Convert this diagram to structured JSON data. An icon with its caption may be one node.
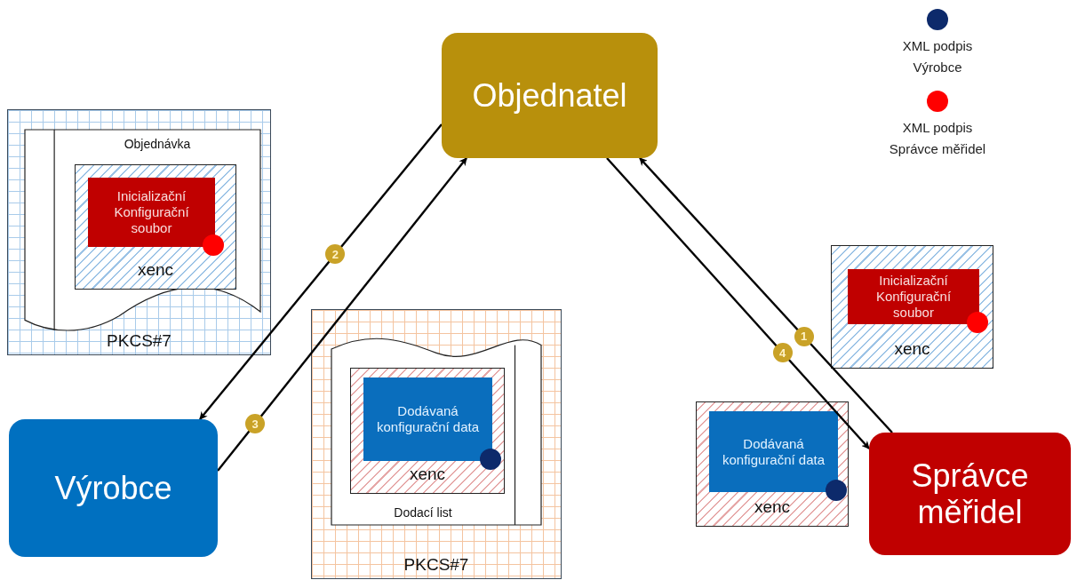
{
  "diagram": {
    "nodes": [
      {
        "text": [
          "Objednatel"
        ]
      },
      {
        "text": [
          "PKCS#7"
        ]
      },
      {
        "text": [
          "Objednávka"
        ],
        "in": 1
      },
      {
        "text": [
          "xenc"
        ],
        "in": 2
      },
      {
        "text": [
          "Inicializační Konfigurační soubor"
        ],
        "in": 3
      },
      {
        "text": [
          "Výrobce"
        ]
      },
      {
        "text": [
          "PKCS#7"
        ]
      },
      {
        "text": [
          "Dodací list"
        ],
        "in": 6
      },
      {
        "text": [
          "xenc"
        ],
        "in": 7
      },
      {
        "text": [
          "Dodávaná konfigurační data"
        ],
        "in": 8
      },
      {
        "text": [
          "xenc"
        ]
      },
      {
        "text": [
          "Inicializační Konfigurační soubor"
        ],
        "in": 10
      },
      {
        "text": [
          "xenc"
        ]
      },
      {
        "text": [
          "Dodávaná konfigurační data"
        ],
        "in": 12
      },
      {
        "text": [
          "Správce měřidel"
        ]
      }
    ],
    "edges": [
      {
        "from": 14,
        "to": 0,
        "arrow": "to",
        "label": "1"
      },
      {
        "from": 0,
        "to": 5,
        "arrow": "to",
        "label": "2"
      },
      {
        "from": 5,
        "to": 0,
        "arrow": "to",
        "label": "3"
      },
      {
        "from": 0,
        "to": 14,
        "arrow": "to",
        "label": "4"
      }
    ],
    "legend": [
      {
        "text": "XML podpis Výrobce",
        "color": "#0d2a6b"
      },
      {
        "text": "XML podpis Správce měřidel",
        "color": "#ff0000"
      }
    ]
  }
}
